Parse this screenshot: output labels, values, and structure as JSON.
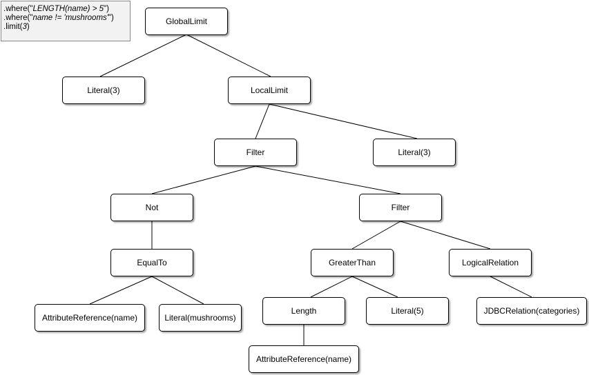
{
  "code": {
    "line1_prefix": ".where(\"",
    "line1_em": "LENGTH(name) > 5",
    "line1_suffix": "\")",
    "line2_prefix": ".where(\"",
    "line2_em": "name != 'mushrooms'",
    "line2_suffix": "\")",
    "line3_prefix": ".limit(",
    "line3_em": "3",
    "line3_suffix": ")"
  },
  "nodes": {
    "global_limit": "GlobalLimit",
    "literal_3_left": "Literal(3)",
    "local_limit": "LocalLimit",
    "filter_top": "Filter",
    "literal_3_right": "Literal(3)",
    "not": "Not",
    "filter_inner": "Filter",
    "equal_to": "EqualTo",
    "greater_than": "GreaterThan",
    "logical_relation": "LogicalRelation",
    "attr_ref_name_left": "AttributeReference(name)",
    "literal_mushrooms": "Literal(mushrooms)",
    "length": "Length",
    "literal_5": "Literal(5)",
    "jdbc_relation": "JDBCRelation(categories)",
    "attr_ref_name_bottom": "AttributeReference(name)"
  }
}
